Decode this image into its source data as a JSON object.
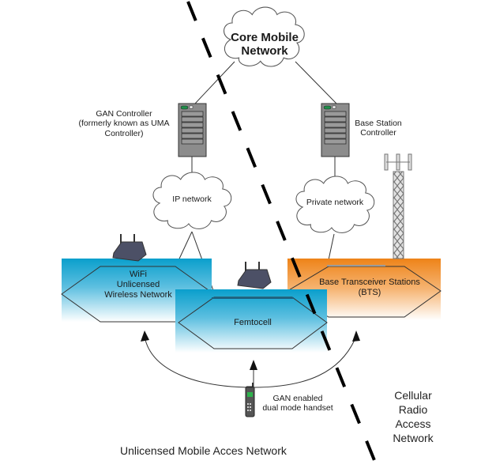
{
  "diagram": {
    "title": "Unlicensed Mobile Access vs Cellular Radio Access Network architecture",
    "colors": {
      "unlicensed_fill_top": "#0a9fcc",
      "unlicensed_fill_bottom": "#ffffff",
      "cellular_fill_top": "#ee8318",
      "cellular_fill_bottom": "#ffffff",
      "divider": "#000000",
      "server_body": "#8c8c8c",
      "server_led": "#1f8f4a",
      "line": "#333333"
    },
    "nodes": {
      "core_network": {
        "label_line1": "Core Mobile",
        "label_line2": "Network"
      },
      "gan_controller": {
        "label_line1": "GAN Controller",
        "label_line2": "(formerly known as UMA",
        "label_line3": "Controller)"
      },
      "bsc": {
        "label_line1": "Base Station",
        "label_line2": "Controller"
      },
      "ip_network": {
        "label": "IP network"
      },
      "private_network": {
        "label": "Private network"
      },
      "wifi": {
        "label_line1": "WiFi",
        "label_line2": "Unlicensed",
        "label_line3": "Wireless Network"
      },
      "femtocell": {
        "label": "Femtocell"
      },
      "bts": {
        "label_line1": "Base Transceiver Stations",
        "label_line2": "(BTS)"
      },
      "handset": {
        "label_line1": "GAN enabled",
        "label_line2": "dual mode handset"
      }
    },
    "regions": {
      "unlicensed": {
        "label": "Unlicensed Mobile Acces Network"
      },
      "cellular": {
        "label_line1": "Cellular",
        "label_line2": "Radio",
        "label_line3": "Access",
        "label_line4": "Network"
      }
    },
    "icons": [
      "cloud-icon",
      "server-rack-icon",
      "wireless-router-icon",
      "cell-tower-icon",
      "mobile-phone-icon"
    ]
  }
}
